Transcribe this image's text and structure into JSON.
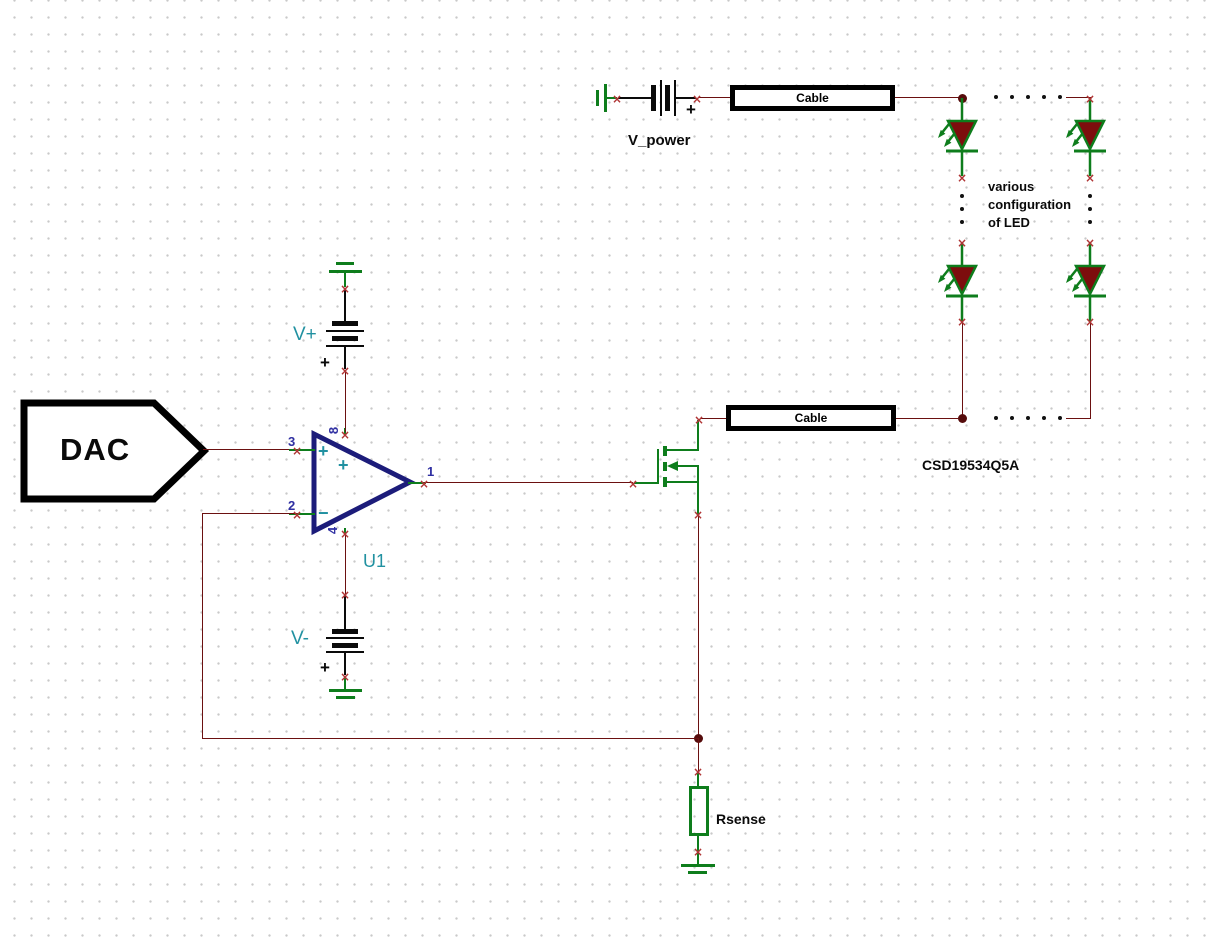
{
  "colors": {
    "wire": "#6b1010",
    "green": "#0e7d1c",
    "navy": "#1c1c7a",
    "led": "#7d0d0d",
    "teal": "#2191a1",
    "pinblue": "#2f2fa2",
    "xmark": "#b03535",
    "junction": "#560c0c",
    "ink": "#0a0a0a",
    "grid": "#c9c9c9"
  },
  "icons": {
    "connection_x": "×"
  },
  "dac": {
    "label": "DAC"
  },
  "opamp": {
    "ref": "U1",
    "pins": {
      "p1": "1",
      "p2": "2",
      "p3": "3",
      "p4": "4",
      "p8": "8"
    },
    "input_plus": "+",
    "center_plus": "+",
    "input_minus": "−"
  },
  "supplies": {
    "vplus": {
      "label": "V+",
      "plus": "+"
    },
    "vminus": {
      "label": "V-",
      "plus": "+"
    },
    "vpower": {
      "label": "V_power",
      "plus": "+"
    }
  },
  "cable_top": {
    "label": "Cable"
  },
  "cable_bottom": {
    "label": "Cable"
  },
  "mosfet": {
    "part": "CSD19534Q5A"
  },
  "rsense": {
    "label": "Rsense"
  },
  "led_note": {
    "line1": "various",
    "line2": "configuration",
    "line3": "of LED"
  }
}
